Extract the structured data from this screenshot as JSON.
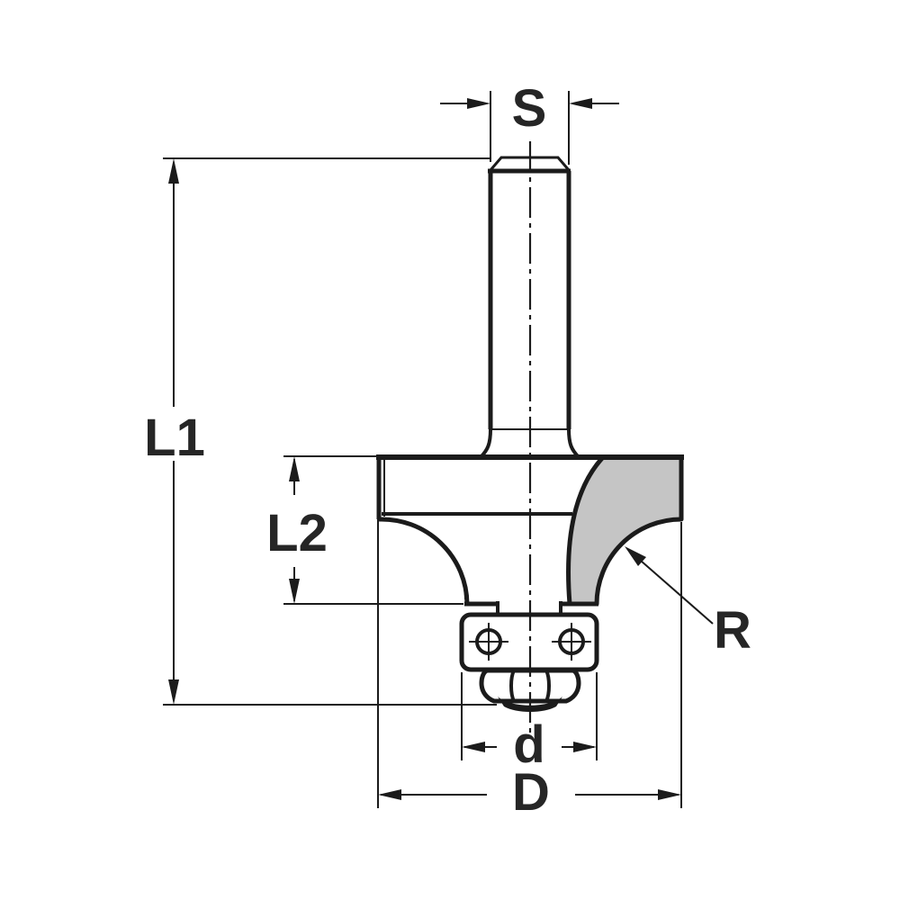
{
  "diagram": {
    "title": "Roundover router bit with bearing - dimensioned technical drawing",
    "view": "side elevation line drawing",
    "labels": {
      "shank_diameter": "S",
      "overall_length": "L1",
      "cutting_edge_length": "L2",
      "profile_radius": "R",
      "bearing_diameter": "d",
      "cutting_diameter": "D"
    },
    "colors": {
      "line": "#1b1b1b",
      "label": "#262626",
      "carbide-fill": "#c5c5c5",
      "background": "#ffffff"
    }
  }
}
